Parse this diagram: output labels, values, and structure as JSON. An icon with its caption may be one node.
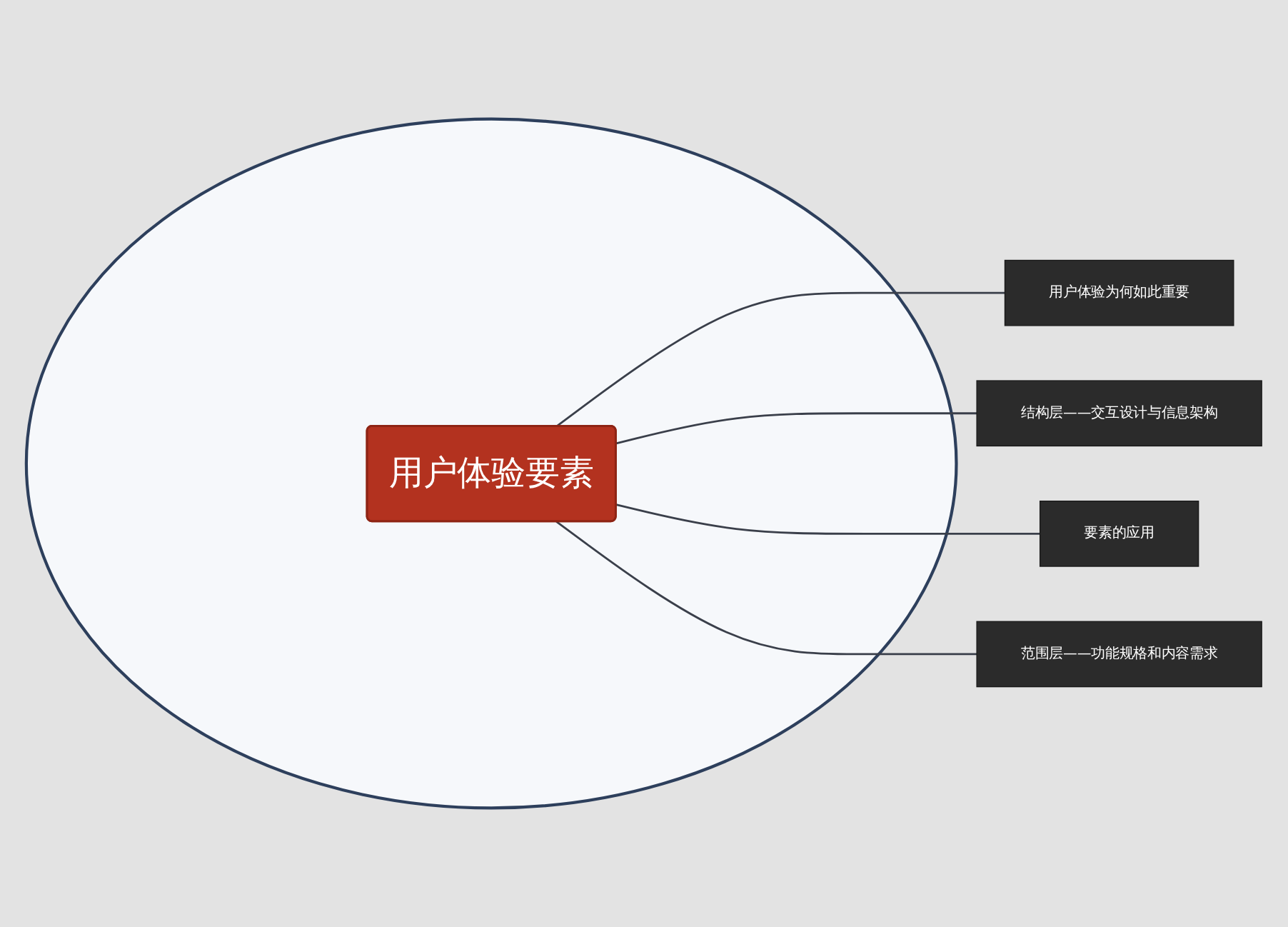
{
  "diagram": {
    "nodes": [
      {
        "text": [],
        "shape": "circle"
      },
      {
        "text": [
          "用户体验要素"
        ],
        "in": 0
      },
      {
        "text": [
          "用户体验为何如此重要"
        ]
      },
      {
        "text": [
          "结构层——交互设计与信息架构"
        ]
      },
      {
        "text": [
          "要素的应用"
        ]
      },
      {
        "text": [
          "范围层——功能规格和内容需求"
        ]
      }
    ],
    "edges": [
      {
        "from": 1,
        "to": 2,
        "arrow": "none"
      },
      {
        "from": 1,
        "to": 3,
        "arrow": "none"
      },
      {
        "from": 1,
        "to": 4,
        "arrow": "none"
      },
      {
        "from": 1,
        "to": 5,
        "arrow": "none"
      }
    ]
  }
}
